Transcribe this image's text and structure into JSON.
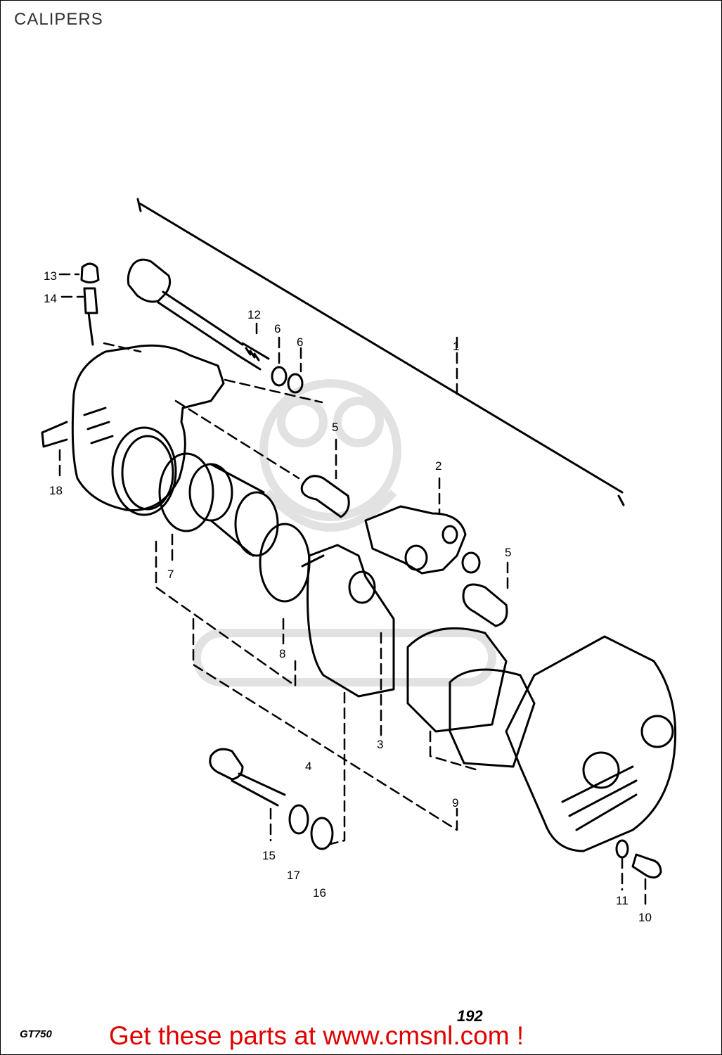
{
  "header": {
    "title": "CALIPERS"
  },
  "callouts": [
    "1",
    "2",
    "3",
    "4",
    "5",
    "5",
    "6",
    "6",
    "7",
    "8",
    "9",
    "10",
    "11",
    "12",
    "13",
    "14",
    "15",
    "16",
    "17",
    "18"
  ],
  "footer": {
    "model": "GT750",
    "page_number": "192",
    "promo": "Get these parts at www.cmsnl.com !"
  },
  "colors": {
    "line": "#000000",
    "promo": "#e00000",
    "watermark": "#bdbdbd"
  }
}
